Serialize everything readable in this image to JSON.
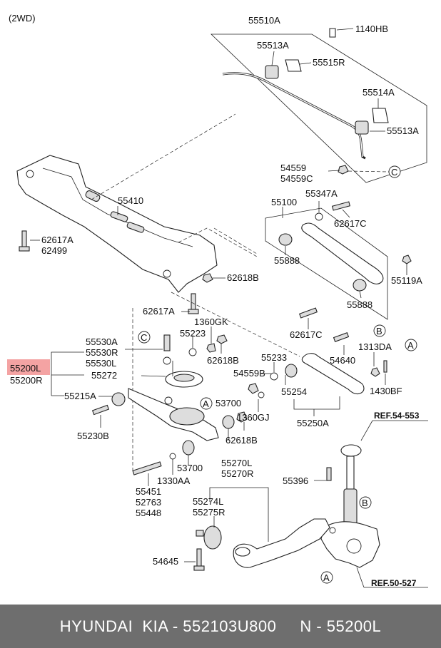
{
  "title": "(2WD)",
  "highlight_color": "#f4a3a3",
  "labels": {
    "p55510A": "55510A",
    "p1140HB": "1140HB",
    "p55513A_1": "55513A",
    "p55515R": "55515R",
    "p55514A": "55514A",
    "p55513A_2": "55513A",
    "p54559": "54559",
    "p54559C": "54559C",
    "p55347A": "55347A",
    "p55100": "55100",
    "p55410": "55410",
    "p62617C_1": "62617C",
    "p62617A_1": "62617A",
    "p62499": "62499",
    "p55888_1": "55888",
    "p55119A": "55119A",
    "p62618B_1": "62618B",
    "p55888_2": "55888",
    "p62617A_2": "62617A",
    "p1360GK": "1360GK",
    "p55223": "55223",
    "p62617C_2": "62617C",
    "p55530A": "55530A",
    "p55530R": "55530R",
    "p55530L": "55530L",
    "p62618B_2": "62618B",
    "p55233": "55233",
    "p54640": "54640",
    "p1313DA": "1313DA",
    "p55200L": "55200L",
    "p55200R": "55200R",
    "p55272": "55272",
    "p54559B": "54559B",
    "p55254": "55254",
    "p1430BF": "1430BF",
    "p55215A": "55215A",
    "p53700_1": "53700",
    "p1360GJ": "1360GJ",
    "p55230B": "55230B",
    "p62618B_3": "62618B",
    "p55250A": "55250A",
    "pREF54": "REF.54-553",
    "p53700_2": "53700",
    "p1330AA": "1330AA",
    "p55270L": "55270L",
    "p55270R": "55270R",
    "p55396": "55396",
    "p55451": "55451",
    "p52763": "52763",
    "p55448": "55448",
    "p55274L": "55274L",
    "p55275R": "55275R",
    "p54645": "54645",
    "pREF50": "REF.50-527"
  },
  "callouts": {
    "c1": "C",
    "c2": "C",
    "b1": "B",
    "b2": "B",
    "a1": "A",
    "a2": "A",
    "a3": "A"
  },
  "footer": "HYUNDAI  KIA - 552103U800     N - 55200L"
}
